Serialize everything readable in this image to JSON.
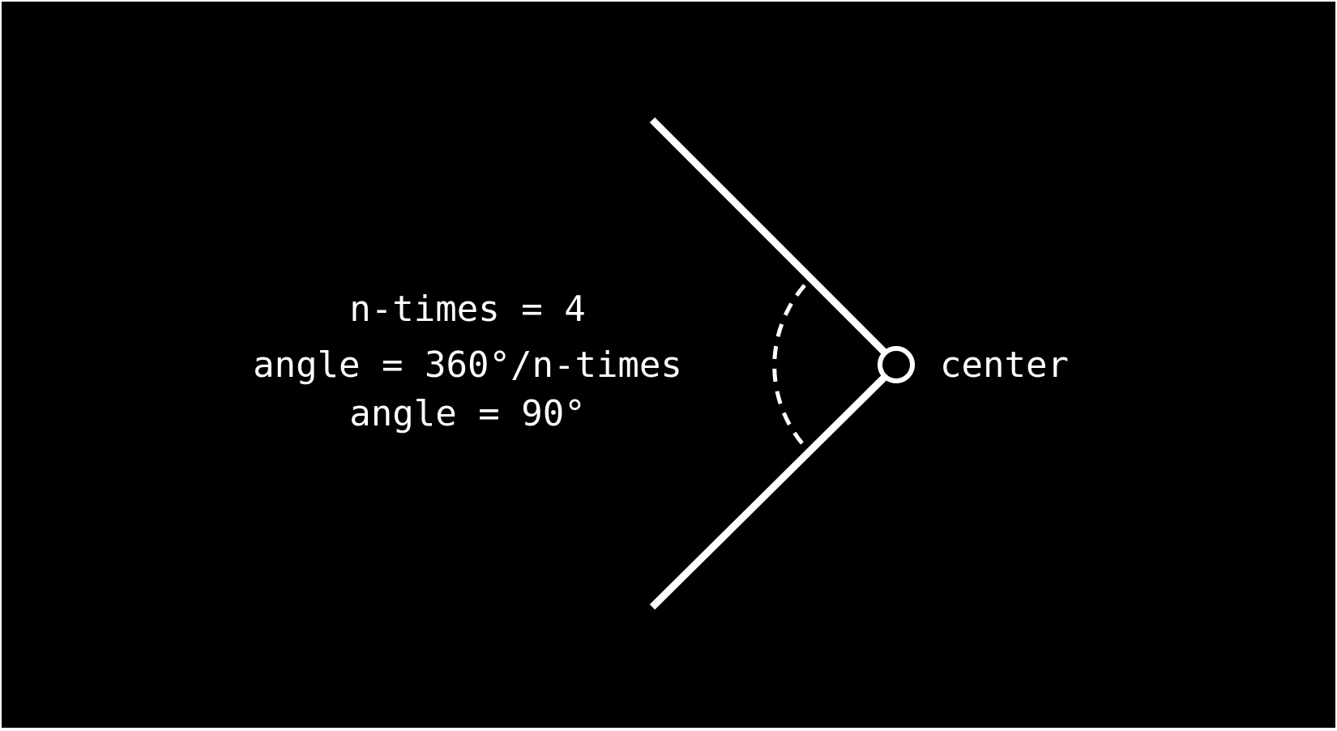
{
  "diagram": {
    "formula": {
      "line1": "n-times = 4",
      "line2": "angle = 360°/n-times",
      "line3": "angle = 90°"
    },
    "center_label": "center",
    "colors": {
      "background": "#000000",
      "foreground": "#ffffff"
    }
  }
}
